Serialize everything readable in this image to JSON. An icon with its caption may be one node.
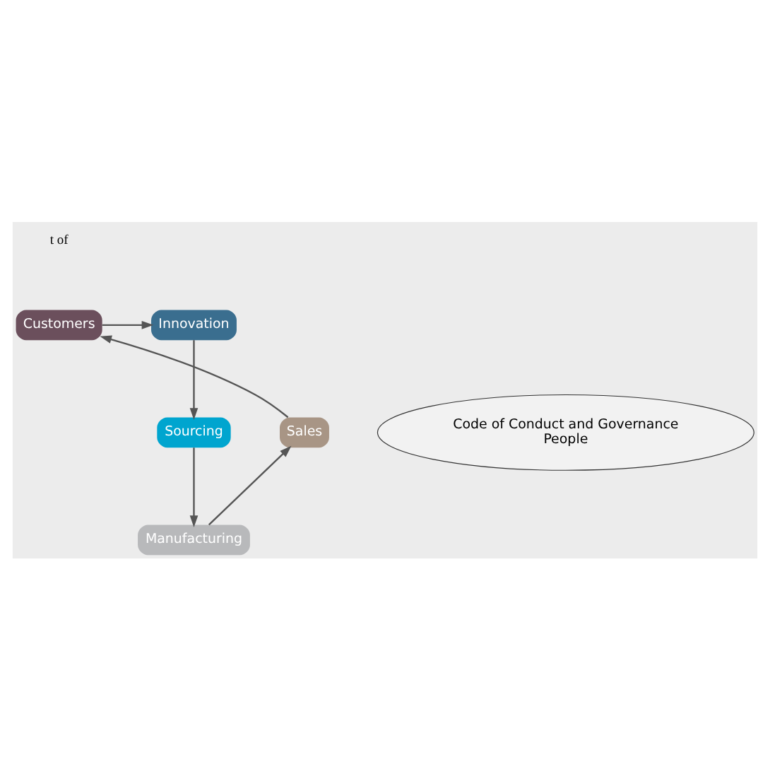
{
  "diagram": {
    "nodes": [
      {
        "text": [
          "Customers"
        ]
      },
      {
        "text": [
          "Innovation"
        ]
      },
      {
        "text": [
          "Sourcing"
        ]
      },
      {
        "text": [
          "Manufacturing"
        ]
      },
      {
        "text": [
          "Sales"
        ]
      },
      {
        "text": [
          "Code of Conduct and Governance",
          "People"
        ]
      }
    ],
    "edges": [
      {
        "from": 0,
        "to": 1,
        "arrow": "to"
      },
      {
        "from": 1,
        "to": 2,
        "arrow": "to"
      },
      {
        "from": 2,
        "to": 3,
        "arrow": "to"
      },
      {
        "from": 3,
        "to": 4,
        "arrow": "to"
      },
      {
        "from": 4,
        "to": 0,
        "arrow": "to"
      }
    ],
    "labels": [
      "t of"
    ]
  }
}
